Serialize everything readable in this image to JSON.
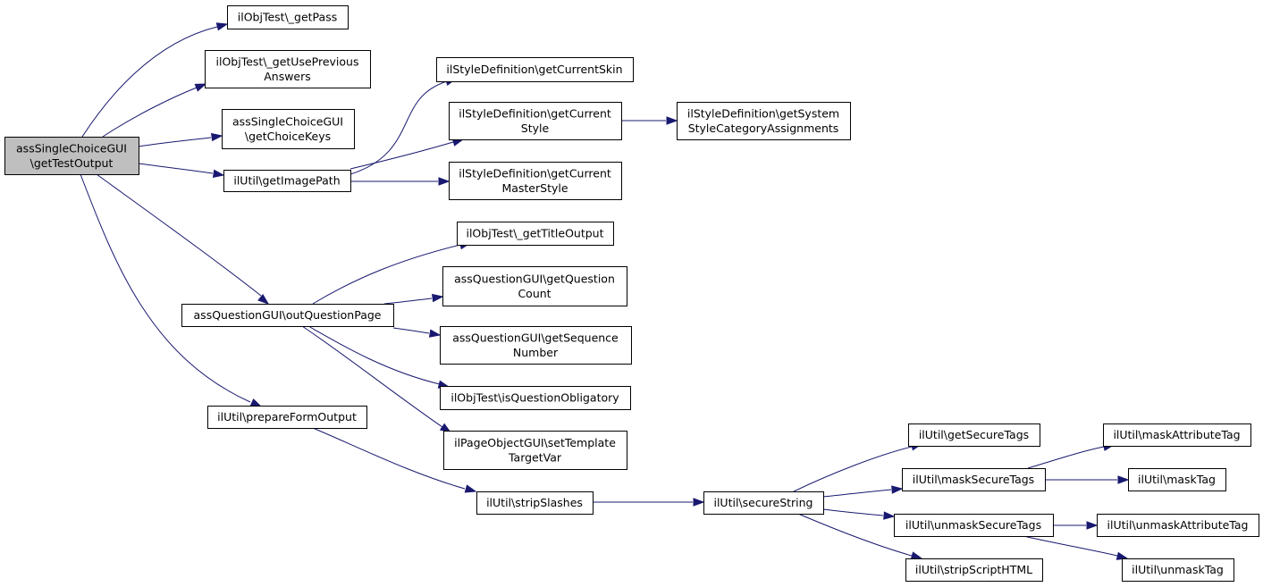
{
  "graph": {
    "nodes": [
      {
        "id": "root",
        "lines": [
          "assSingleChoiceGUI",
          "\\getTestOutput"
        ],
        "highlight": true
      },
      {
        "id": "getPass",
        "lines": [
          "ilObjTest\\_getPass"
        ]
      },
      {
        "id": "getUsePrev",
        "lines": [
          "ilObjTest\\_getUsePrevious",
          "Answers"
        ]
      },
      {
        "id": "getChoiceKeys",
        "lines": [
          "assSingleChoiceGUI",
          "\\getChoiceKeys"
        ]
      },
      {
        "id": "getImagePath",
        "lines": [
          "ilUtil\\getImagePath"
        ]
      },
      {
        "id": "getCurrentSkin",
        "lines": [
          "ilStyleDefinition\\getCurrentSkin"
        ]
      },
      {
        "id": "getCurrentStyle",
        "lines": [
          "ilStyleDefinition\\getCurrent",
          "Style"
        ]
      },
      {
        "id": "getSysStyle",
        "lines": [
          "ilStyleDefinition\\getSystem",
          "StyleCategoryAssignments"
        ]
      },
      {
        "id": "getCurrentMaster",
        "lines": [
          "ilStyleDefinition\\getCurrent",
          "MasterStyle"
        ]
      },
      {
        "id": "getTitleOutput",
        "lines": [
          "ilObjTest\\_getTitleOutput"
        ]
      },
      {
        "id": "outQuestionPage",
        "lines": [
          "assQuestionGUI\\outQuestionPage"
        ]
      },
      {
        "id": "getQuestionCount",
        "lines": [
          "assQuestionGUI\\getQuestion",
          "Count"
        ]
      },
      {
        "id": "getSequenceNumber",
        "lines": [
          "assQuestionGUI\\getSequence",
          "Number"
        ]
      },
      {
        "id": "isQuestionObligatory",
        "lines": [
          "ilObjTest\\isQuestionObligatory"
        ]
      },
      {
        "id": "setTemplateTargetVar",
        "lines": [
          "ilPageObjectGUI\\setTemplate",
          "TargetVar"
        ]
      },
      {
        "id": "prepareFormOutput",
        "lines": [
          "ilUtil\\prepareFormOutput"
        ]
      },
      {
        "id": "stripSlashes",
        "lines": [
          "ilUtil\\stripSlashes"
        ]
      },
      {
        "id": "secureString",
        "lines": [
          "ilUtil\\secureString"
        ]
      },
      {
        "id": "getSecureTags",
        "lines": [
          "ilUtil\\getSecureTags"
        ]
      },
      {
        "id": "maskSecureTags",
        "lines": [
          "ilUtil\\maskSecureTags"
        ]
      },
      {
        "id": "unmaskSecureTags",
        "lines": [
          "ilUtil\\unmaskSecureTags"
        ]
      },
      {
        "id": "stripScriptHTML",
        "lines": [
          "ilUtil\\stripScriptHTML"
        ]
      },
      {
        "id": "maskAttributeTag",
        "lines": [
          "ilUtil\\maskAttributeTag"
        ]
      },
      {
        "id": "maskTag",
        "lines": [
          "ilUtil\\maskTag"
        ]
      },
      {
        "id": "unmaskAttributeTag",
        "lines": [
          "ilUtil\\unmaskAttributeTag"
        ]
      },
      {
        "id": "unmaskTag",
        "lines": [
          "ilUtil\\unmaskTag"
        ]
      }
    ],
    "edges": [
      {
        "from": "root",
        "to": "getPass"
      },
      {
        "from": "root",
        "to": "getUsePrev"
      },
      {
        "from": "root",
        "to": "getChoiceKeys"
      },
      {
        "from": "root",
        "to": "getImagePath"
      },
      {
        "from": "root",
        "to": "outQuestionPage"
      },
      {
        "from": "root",
        "to": "prepareFormOutput"
      },
      {
        "from": "getImagePath",
        "to": "getCurrentSkin"
      },
      {
        "from": "getImagePath",
        "to": "getCurrentStyle"
      },
      {
        "from": "getImagePath",
        "to": "getCurrentMaster"
      },
      {
        "from": "getCurrentStyle",
        "to": "getSysStyle"
      },
      {
        "from": "outQuestionPage",
        "to": "getTitleOutput"
      },
      {
        "from": "outQuestionPage",
        "to": "getQuestionCount"
      },
      {
        "from": "outQuestionPage",
        "to": "getSequenceNumber"
      },
      {
        "from": "outQuestionPage",
        "to": "isQuestionObligatory"
      },
      {
        "from": "outQuestionPage",
        "to": "setTemplateTargetVar"
      },
      {
        "from": "prepareFormOutput",
        "to": "stripSlashes"
      },
      {
        "from": "stripSlashes",
        "to": "secureString"
      },
      {
        "from": "secureString",
        "to": "getSecureTags"
      },
      {
        "from": "secureString",
        "to": "maskSecureTags"
      },
      {
        "from": "secureString",
        "to": "unmaskSecureTags"
      },
      {
        "from": "secureString",
        "to": "stripScriptHTML"
      },
      {
        "from": "maskSecureTags",
        "to": "maskAttributeTag"
      },
      {
        "from": "maskSecureTags",
        "to": "maskTag"
      },
      {
        "from": "unmaskSecureTags",
        "to": "unmaskAttributeTag"
      },
      {
        "from": "unmaskSecureTags",
        "to": "unmaskTag"
      }
    ],
    "colors": {
      "edge": "#191970",
      "node_border": "#000000",
      "node_fill": "#ffffff",
      "root_fill": "#bfbfbf"
    }
  }
}
